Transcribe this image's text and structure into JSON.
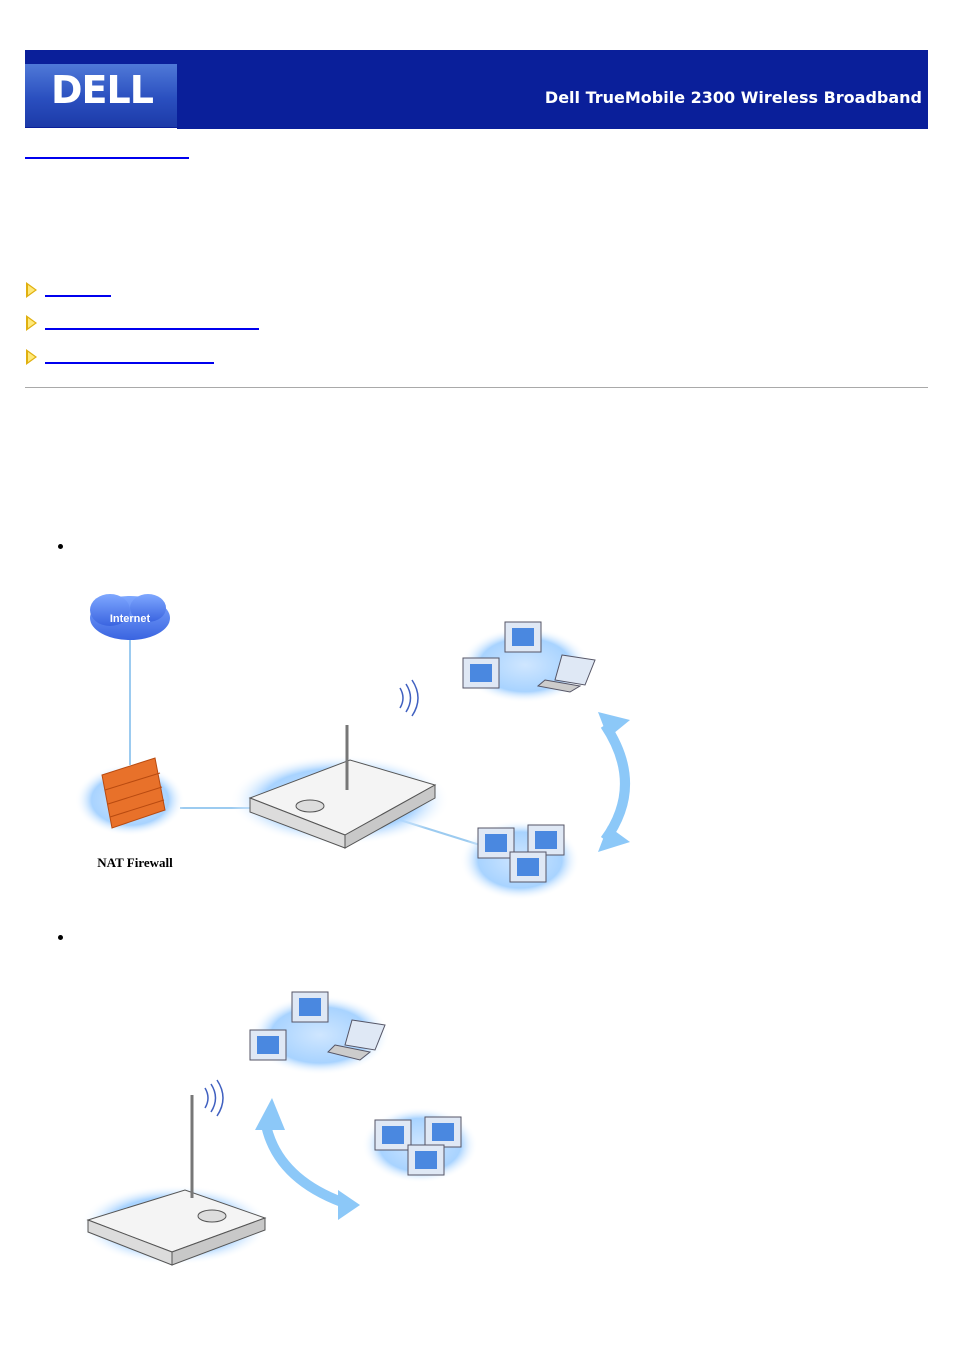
{
  "header": {
    "logo_text": "DELL",
    "product_title": "Dell TrueMobile 2300 Wireless Broadband"
  },
  "diagram1": {
    "cloud_label": "Internet",
    "firewall_label": "NAT Firewall"
  },
  "colors": {
    "banner": "#0a1f9a",
    "link": "#0000ee",
    "glow": "#9fcfff",
    "firewall": "#e8712a"
  }
}
